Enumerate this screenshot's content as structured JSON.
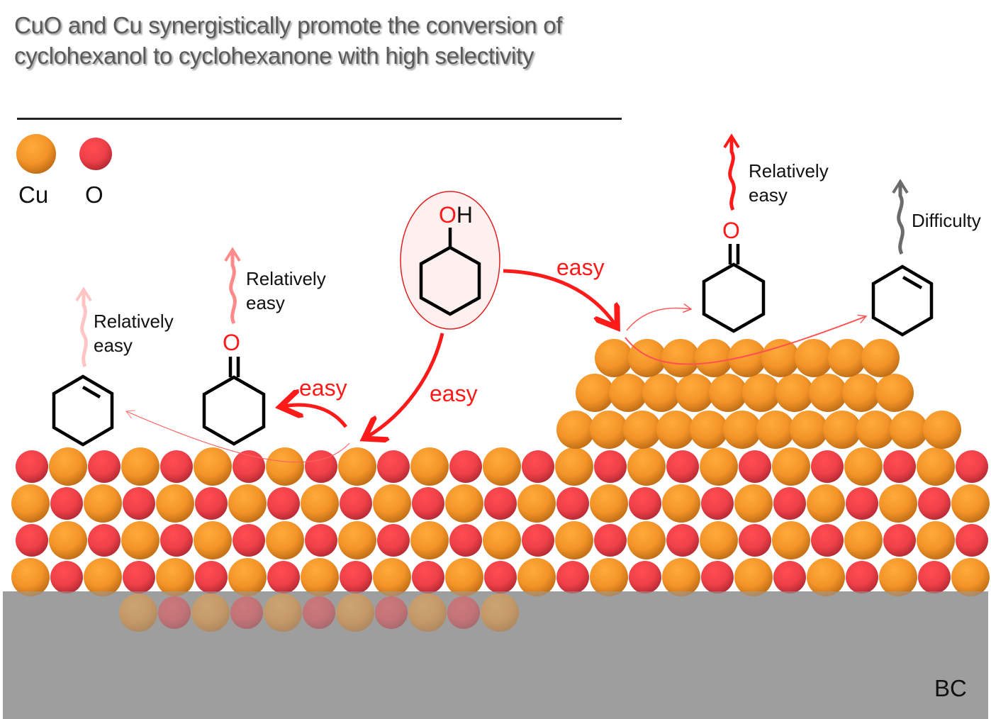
{
  "title": "CuO and Cu synergistically promote the conversion of cyclohexanol to cyclohexanone with high selectivity",
  "legend": [
    {
      "label": "Cu",
      "color": "#f5962a"
    },
    {
      "label": "O",
      "color": "#f0414a"
    }
  ],
  "reactant": {
    "label": "OH",
    "name": "cyclohexanol"
  },
  "pathways": {
    "to_cu_surface": "easy",
    "to_cuo_surface": "easy",
    "cuo_to_ketone": "easy"
  },
  "desorption": {
    "left_alkene": {
      "line1": "Relatively",
      "line2": "easy"
    },
    "left_ketone": {
      "line1": "Relatively",
      "line2": "easy"
    },
    "right_ketone": {
      "line1": "Relatively",
      "line2": "easy"
    },
    "right_alkene": {
      "line1": "Difficulty"
    }
  },
  "atoms": {
    "ketone_oxygen": "O"
  },
  "substrate_label": "BC",
  "colors": {
    "cu": "#f5962a",
    "o": "#f0414a",
    "substrate": "#9e9e9e",
    "accent_red": "#ff1a1a",
    "pink_light": "#ffc4c4",
    "pink_mid": "#ff8a8a",
    "gray_arrow": "#6b6b6b"
  }
}
